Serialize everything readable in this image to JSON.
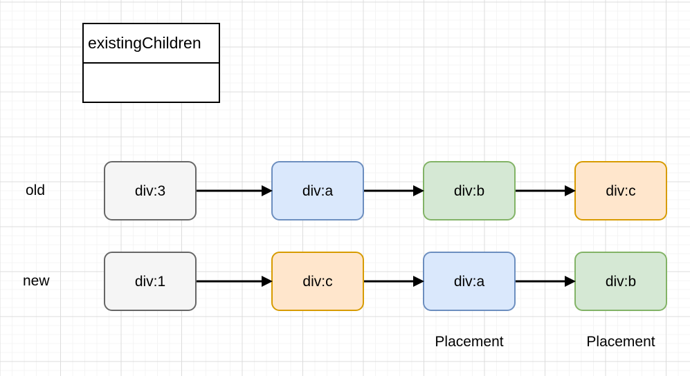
{
  "diagram": {
    "title_box": {
      "header_label": "existingChildren",
      "body_label": ""
    },
    "rows": [
      {
        "key": "old",
        "label": "old",
        "nodes": [
          {
            "label": "div:3",
            "color": "grey",
            "fill": "#f5f5f5",
            "border": "#666666"
          },
          {
            "label": "div:a",
            "color": "blue",
            "fill": "#dae8fc",
            "border": "#6c8ebf"
          },
          {
            "label": "div:b",
            "color": "green",
            "fill": "#d5e8d4",
            "border": "#82b366"
          },
          {
            "label": "div:c",
            "color": "orange",
            "fill": "#ffe6cc",
            "border": "#d79b00"
          }
        ]
      },
      {
        "key": "new",
        "label": "new",
        "nodes": [
          {
            "label": "div:1",
            "color": "grey",
            "fill": "#f5f5f5",
            "border": "#666666"
          },
          {
            "label": "div:c",
            "color": "orange",
            "fill": "#ffe6cc",
            "border": "#d79b00"
          },
          {
            "label": "div:a",
            "color": "blue",
            "fill": "#dae8fc",
            "border": "#6c8ebf"
          },
          {
            "label": "div:b",
            "color": "green",
            "fill": "#d5e8d4",
            "border": "#82b366"
          }
        ]
      }
    ],
    "annotations": [
      {
        "label": "Placement",
        "under_node": "div:a"
      },
      {
        "label": "Placement",
        "under_node": "div:b"
      }
    ],
    "arrow_color": "#000000",
    "grid": {
      "minor_color": "#f4f4f4",
      "major_color": "#dcdcdc",
      "background": "#ffffff"
    }
  }
}
